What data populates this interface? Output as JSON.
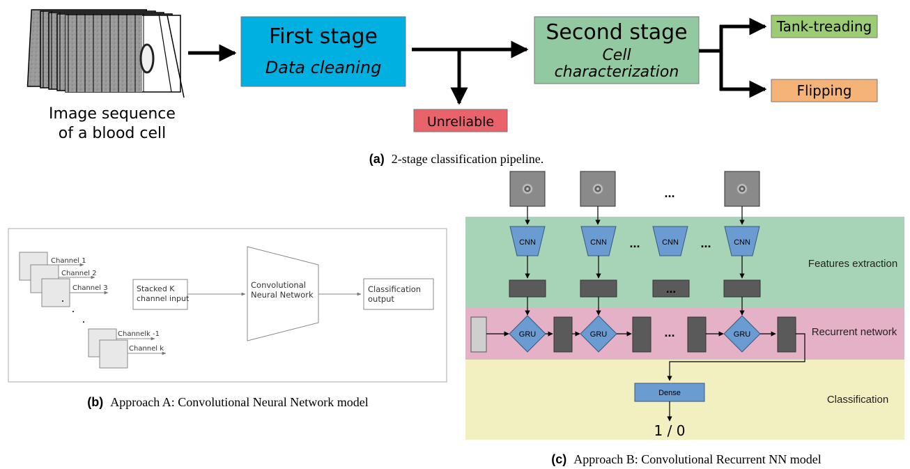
{
  "panel_a": {
    "input_label_line1": "Image sequence",
    "input_label_line2": "of a blood cell",
    "first_stage_title": "First stage",
    "first_stage_sub": "Data cleaning",
    "second_stage_title": "Second stage",
    "second_stage_sub_line1": "Cell",
    "second_stage_sub_line2": "characterization",
    "unreliable": "Unreliable",
    "tank_treading": "Tank-treading",
    "flipping": "Flipping",
    "caption_tag": "(a)",
    "caption_text": "2-stage classification pipeline.",
    "colors": {
      "first_stage": "#00b0e0",
      "second_stage": "#93c9a0",
      "unreliable": "#e8636a",
      "tank_treading": "#9ccc73",
      "flipping": "#f5b377"
    }
  },
  "panel_b": {
    "channel_1": "Channel 1",
    "channel_2": "Channel 2",
    "channel_3": "Channel 3",
    "channel_k1": "Channelk -1",
    "channel_k": "Channel k",
    "stacked_line1": "Stacked K",
    "stacked_line2": "channel input",
    "cnn_line1": "Convolutional",
    "cnn_line2": "Neural Network",
    "output_line1": "Classification",
    "output_line2": "output",
    "caption_tag": "(b)",
    "caption_text": "Approach A: Convolutional Neural Network model"
  },
  "panel_c": {
    "ellipsis": "...",
    "cnn": "CNN",
    "gru": "GRU",
    "dense": "Dense",
    "output": "1 / 0",
    "band_features": "Features extraction",
    "band_recurrent": "Recurrent network",
    "band_classification": "Classification",
    "caption_tag": "(c)",
    "caption_text": "Approach B: Convolutional Recurrent NN model",
    "colors": {
      "band_features": "#a7d3b6",
      "band_recurrent": "#e5b1c6",
      "band_classification": "#f2f0c0",
      "cnn_fill": "#6a9bd1",
      "feature_box": "#5a5a5a",
      "dense_fill": "#6a9bd1"
    }
  }
}
